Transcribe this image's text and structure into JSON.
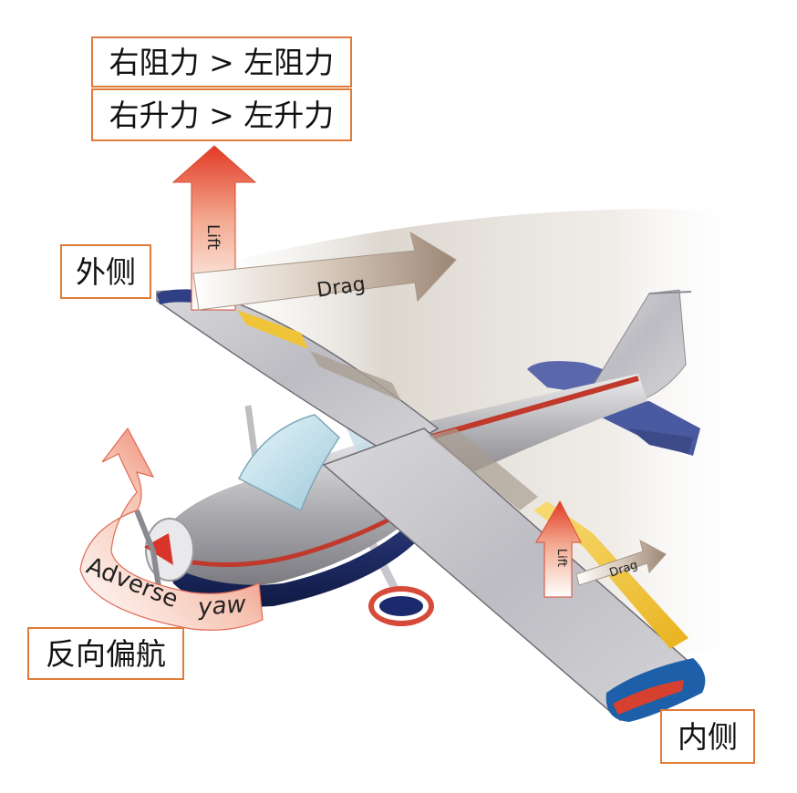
{
  "labels": {
    "drag_compare": "右阻力 > 左阻力",
    "lift_compare": "右升力 > 左升力",
    "outside": "外侧",
    "adverse_yaw_cn": "反向偏航",
    "inside": "内侧"
  },
  "arrows": {
    "lift_outer": "Lift",
    "drag_outer": "Drag",
    "lift_inner": "Lift",
    "drag_inner": "Drag",
    "adverse_yaw_part1": "Adverse",
    "adverse_yaw_part2": "yaw"
  },
  "colors": {
    "label_border": "#e07b39",
    "lift_arrow": "#e8452f",
    "drag_arrow": "#a4907e",
    "aircraft_body": "#c9c9cc",
    "aircraft_stripe": "#c0392b",
    "tail_blue": "#4a5aa0",
    "aileron": "#f0c438"
  }
}
